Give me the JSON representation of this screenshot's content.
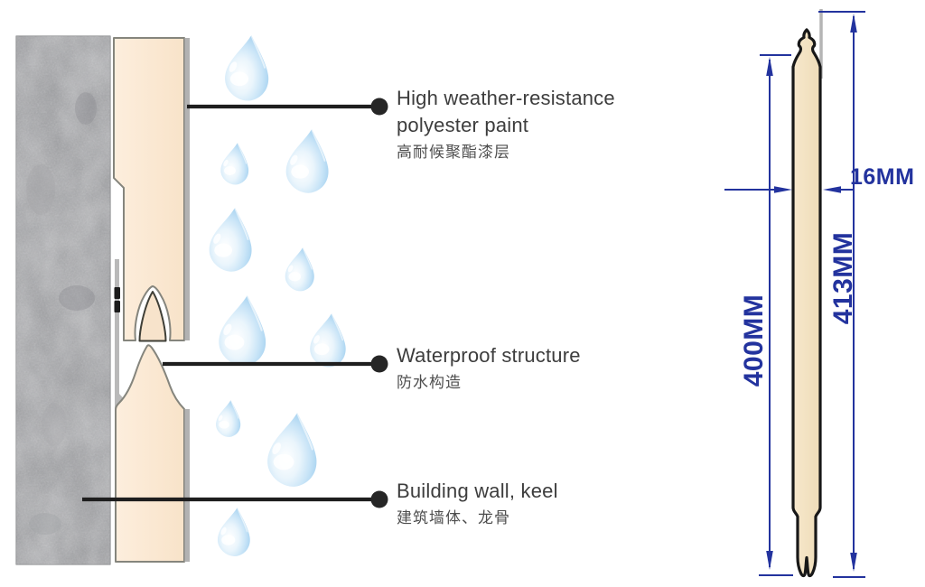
{
  "callouts": [
    {
      "lines": [
        "High weather-resistance",
        "polyester paint"
      ],
      "zh": "高耐候聚酯漆层"
    },
    {
      "lines": [
        "Waterproof structure"
      ],
      "zh": "防水构造"
    },
    {
      "lines": [
        "Building wall, keel"
      ],
      "zh": "建筑墙体、龙骨"
    }
  ],
  "dimensions": {
    "thickness": "16MM",
    "panel_height": "400MM",
    "overall_height": "413MM"
  },
  "icons": {
    "droplet": "water-droplet-icon"
  },
  "colors": {
    "dimension_blue": "#23339e",
    "panel_cream": "#f3e1c1",
    "wall_gray": "#8f9093",
    "leader_black": "#1e1e1e",
    "droplet_blue": "#a6d2f0",
    "label_text": "#3d3d3d"
  }
}
